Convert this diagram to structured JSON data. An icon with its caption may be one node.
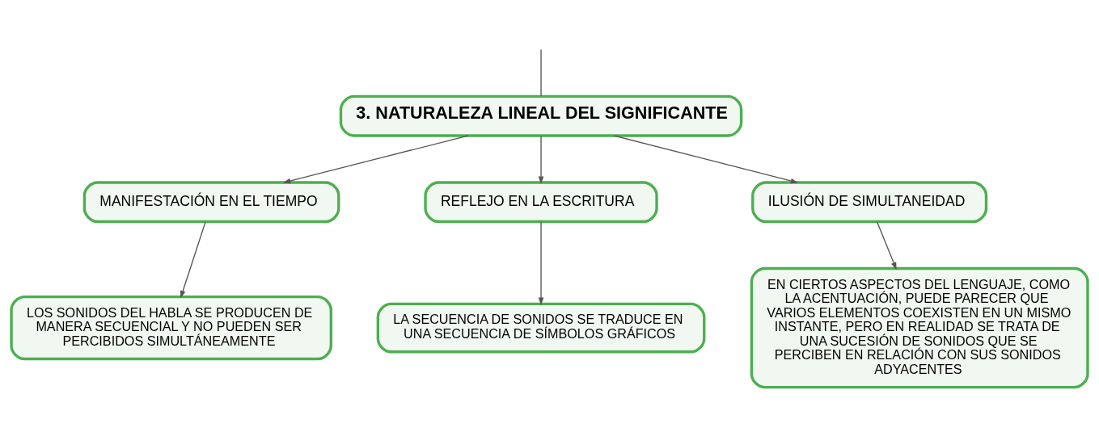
{
  "diagram": {
    "nodes": [
      {
        "text": [
          "3. NATURALEZA LINEAL DEL SIGNIFICANTE"
        ]
      },
      {
        "text": [
          "MANIFESTACIÓN EN EL TIEMPO"
        ]
      },
      {
        "text": [
          "REFLEJO EN LA ESCRITURA"
        ]
      },
      {
        "text": [
          "ILUSIÓN DE SIMULTANEIDAD"
        ]
      },
      {
        "text": [
          "LOS SONIDOS DEL HABLA SE PRODUCEN DE MANERA SECUENCIAL Y NO PUEDEN SER PERCIBIDOS SIMULTÁNEAMENTE"
        ]
      },
      {
        "text": [
          "LA SECUENCIA DE SONIDOS SE TRADUCE EN UNA SECUENCIA DE SÍMBOLOS GRÁFICOS"
        ]
      },
      {
        "text": [
          "EN CIERTOS ASPECTOS DEL LENGUAJE, COMO LA ACENTUACIÓN, PUEDE PARECER QUE VARIOS ELEMENTOS COEXISTEN EN UN MISMO INSTANTE, PERO EN REALIDAD SE TRATA DE UNA SUCESIÓN DE SONIDOS QUE SE PERCIBEN EN RELACIÓN CON SUS SONIDOS ADYACENTES"
        ]
      }
    ],
    "edges": [
      {
        "from": null,
        "to": 0,
        "arrow": "none"
      },
      {
        "from": 0,
        "to": 1,
        "arrow": "to"
      },
      {
        "from": 0,
        "to": 2,
        "arrow": "to"
      },
      {
        "from": 0,
        "to": 3,
        "arrow": "to"
      },
      {
        "from": 1,
        "to": 4,
        "arrow": "to"
      },
      {
        "from": 2,
        "to": 5,
        "arrow": "to"
      },
      {
        "from": 3,
        "to": 6,
        "arrow": "to"
      }
    ]
  }
}
